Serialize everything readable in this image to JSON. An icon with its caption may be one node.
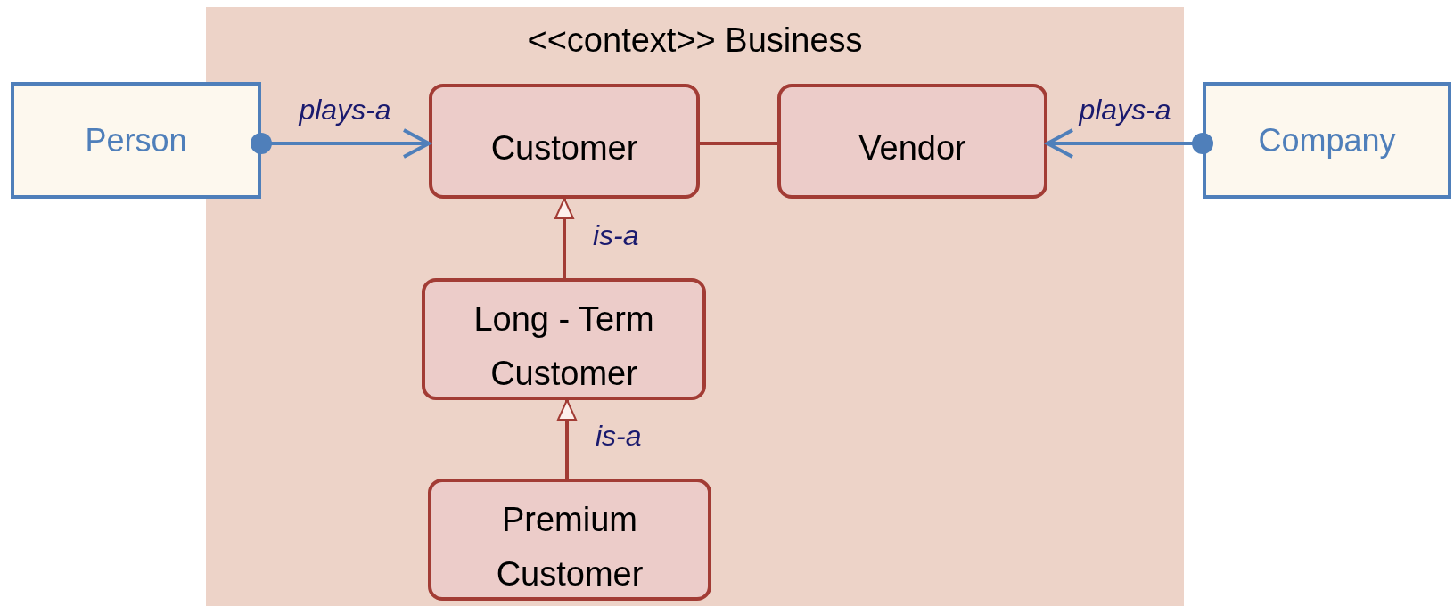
{
  "diagram": {
    "nodes": [
      {
        "text": [
          "<<context>> Business"
        ]
      },
      {
        "text": [
          "Person"
        ]
      },
      {
        "text": [
          "Customer"
        ],
        "in": 0
      },
      {
        "text": [
          "Vendor"
        ],
        "in": 0
      },
      {
        "text": [
          "Company"
        ]
      },
      {
        "text": [
          "Long - Term Customer"
        ],
        "in": 0
      },
      {
        "text": [
          "Premium Customer"
        ],
        "in": 0
      }
    ],
    "edges": [
      {
        "from": 1,
        "to": 2,
        "arrow": "to",
        "label": "plays-a",
        "color": "#4f7fba"
      },
      {
        "from": 4,
        "to": 3,
        "arrow": "to",
        "label": "plays-a",
        "color": "#4f7fba"
      },
      {
        "from": 2,
        "to": 3,
        "arrow": "none"
      },
      {
        "from": 5,
        "to": 2,
        "arrow": "to",
        "label": "is-a"
      },
      {
        "from": 6,
        "to": 5,
        "arrow": "to",
        "label": "is-a"
      }
    ]
  }
}
